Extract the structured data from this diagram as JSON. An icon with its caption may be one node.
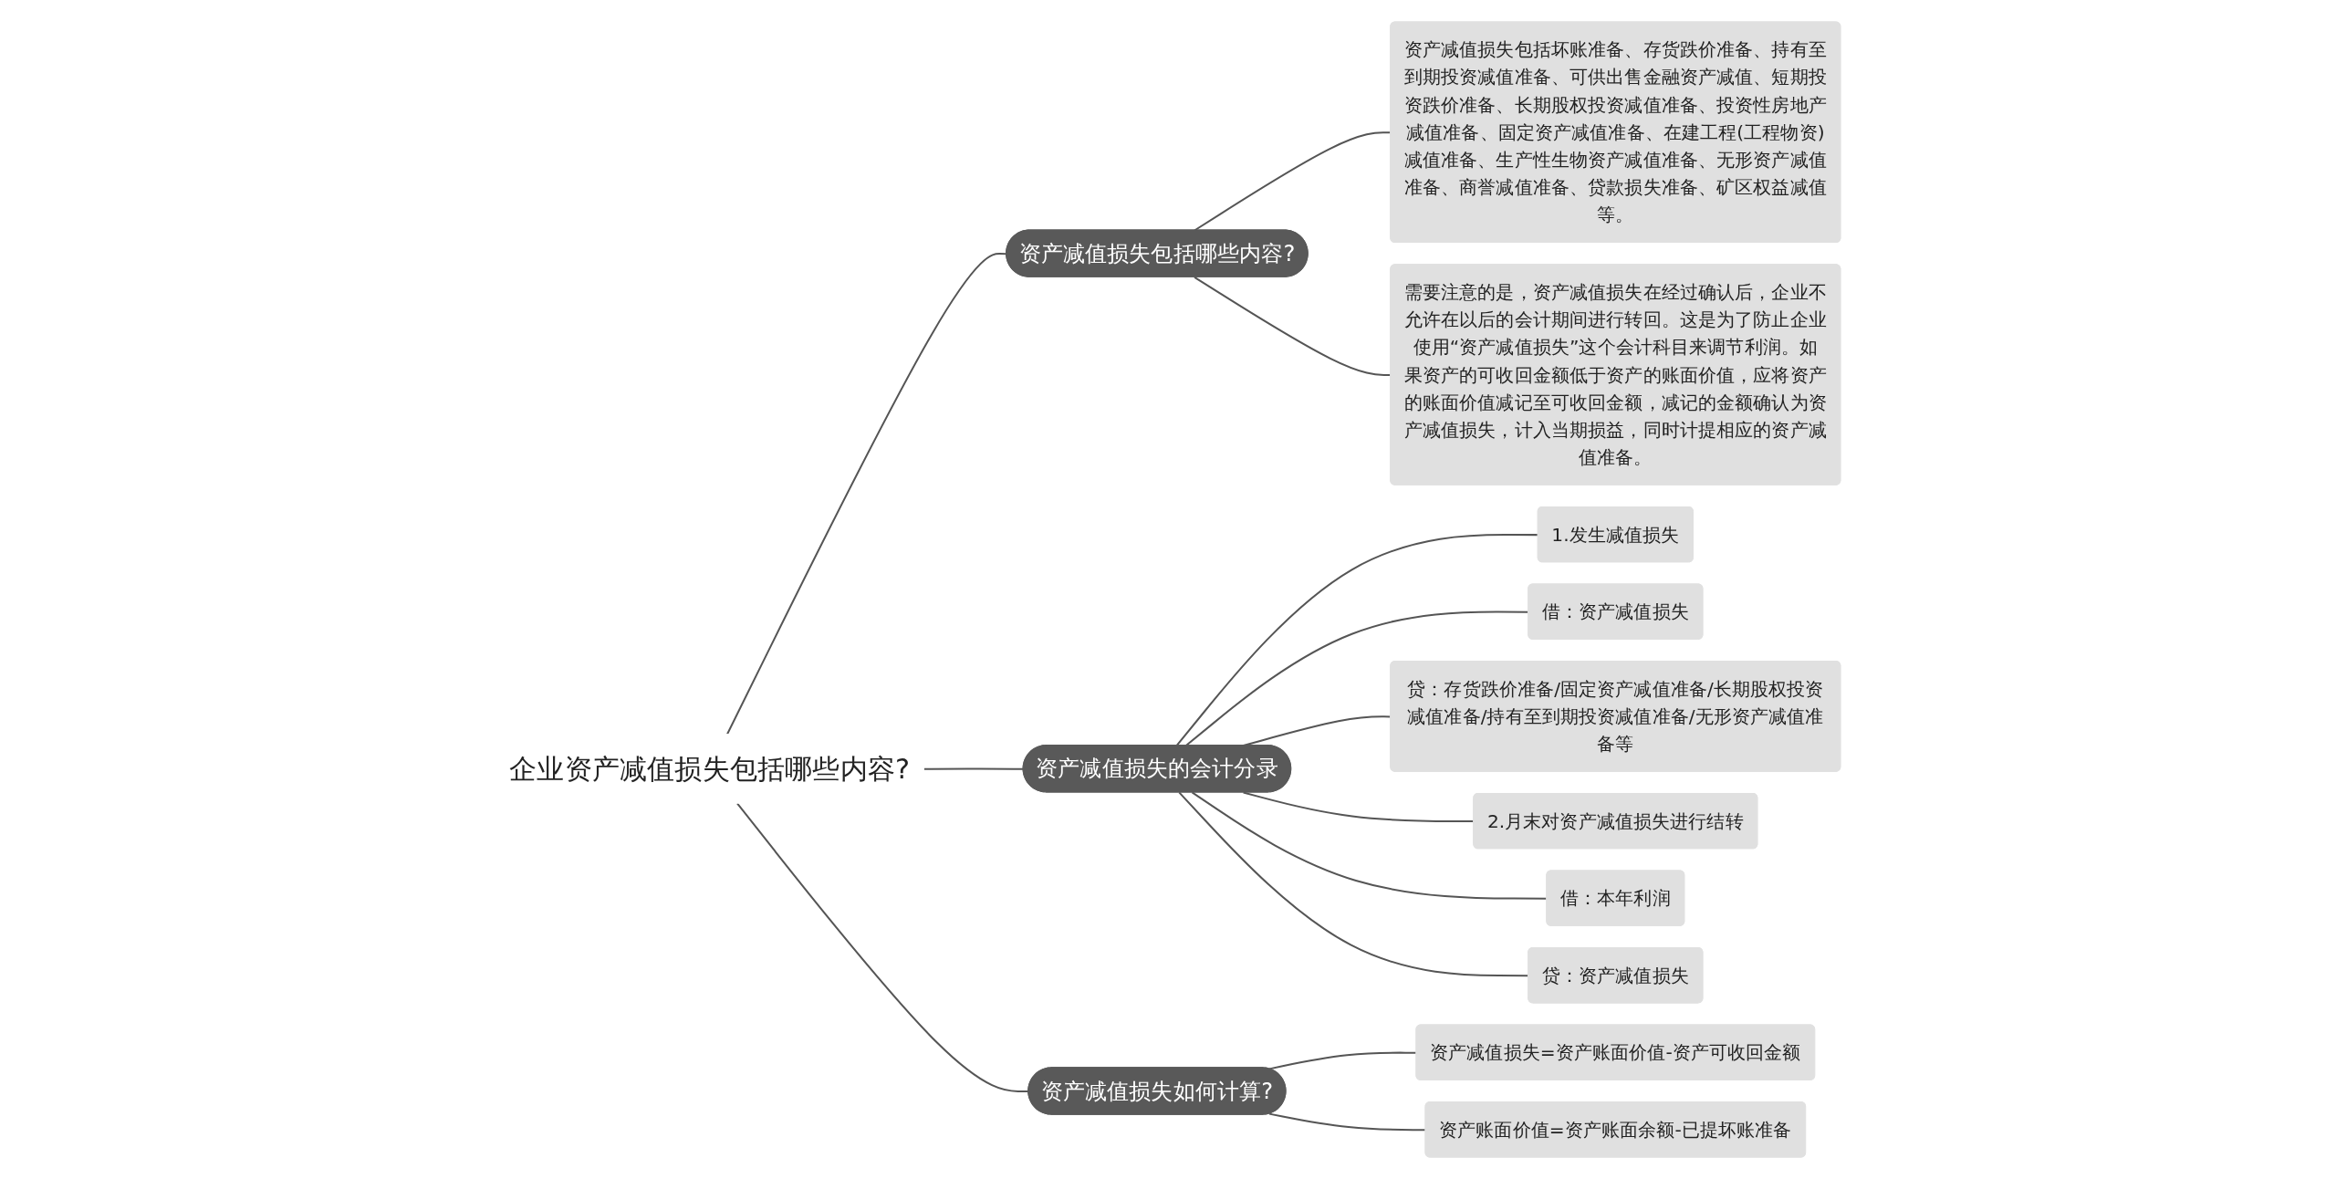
{
  "diagram": {
    "nodes": [
      {
        "text": [
          "企业资产减值损失包括哪些内容?"
        ]
      },
      {
        "text": [
          "资产减值损失包括哪些内容?"
        ]
      },
      {
        "text": [
          "资产减值损失包括坏账准备、存货跌价准备、持有至到期投资减值准备、可供出售金融资产减值、短期投资跌价准备、长期股权投资减值准备、投资性房地产减值准备、固定资产减值准备、在建工程(工程物资)减值准备、生产性生物资产减值准备、无形资产减值准备、商誉减值准备、贷款损失准备、矿区权益减值等。"
        ]
      },
      {
        "text": [
          "需要注意的是，资产减值损失在经过确认后，企业不允许在以后的会计期间进行转回。这是为了防止企业使用“资产减值损失”这个会计科目来调节利润。如果资产的可收回金额低于资产的账面价值，应将资产的账面价值减记至可收回金额，减记的金额确认为资产减值损失，计入当期损益，同时计提相应的资产减值准备。"
        ]
      },
      {
        "text": [
          "资产减值损失的会计分录"
        ]
      },
      {
        "text": [
          "1.发生减值损失"
        ]
      },
      {
        "text": [
          "借：资产减值损失"
        ]
      },
      {
        "text": [
          "贷：存货跌价准备/固定资产减值准备/长期股权投资减值准备/持有至到期投资减值准备/无形资产减值准备等"
        ]
      },
      {
        "text": [
          "2.月末对资产减值损失进行结转"
        ]
      },
      {
        "text": [
          "借：本年利润"
        ]
      },
      {
        "text": [
          "贷：资产减值损失"
        ]
      },
      {
        "text": [
          "资产减值损失如何计算?"
        ]
      },
      {
        "text": [
          "资产减值损失=资产账面价值-资产可收回金额"
        ]
      },
      {
        "text": [
          "资产账面价值=资产账面余额-已提坏账准备"
        ]
      }
    ],
    "edges": [
      {
        "from": 0,
        "to": 1,
        "arrow": "none"
      },
      {
        "from": 1,
        "to": 2,
        "arrow": "none"
      },
      {
        "from": 1,
        "to": 3,
        "arrow": "none"
      },
      {
        "from": 0,
        "to": 4,
        "arrow": "none"
      },
      {
        "from": 4,
        "to": 5,
        "arrow": "none"
      },
      {
        "from": 4,
        "to": 6,
        "arrow": "none"
      },
      {
        "from": 4,
        "to": 7,
        "arrow": "none"
      },
      {
        "from": 4,
        "to": 8,
        "arrow": "none"
      },
      {
        "from": 4,
        "to": 9,
        "arrow": "none"
      },
      {
        "from": 4,
        "to": 10,
        "arrow": "none"
      },
      {
        "from": 0,
        "to": 11,
        "arrow": "none"
      },
      {
        "from": 11,
        "to": 12,
        "arrow": "none"
      },
      {
        "from": 11,
        "to": 13,
        "arrow": "none"
      }
    ]
  }
}
